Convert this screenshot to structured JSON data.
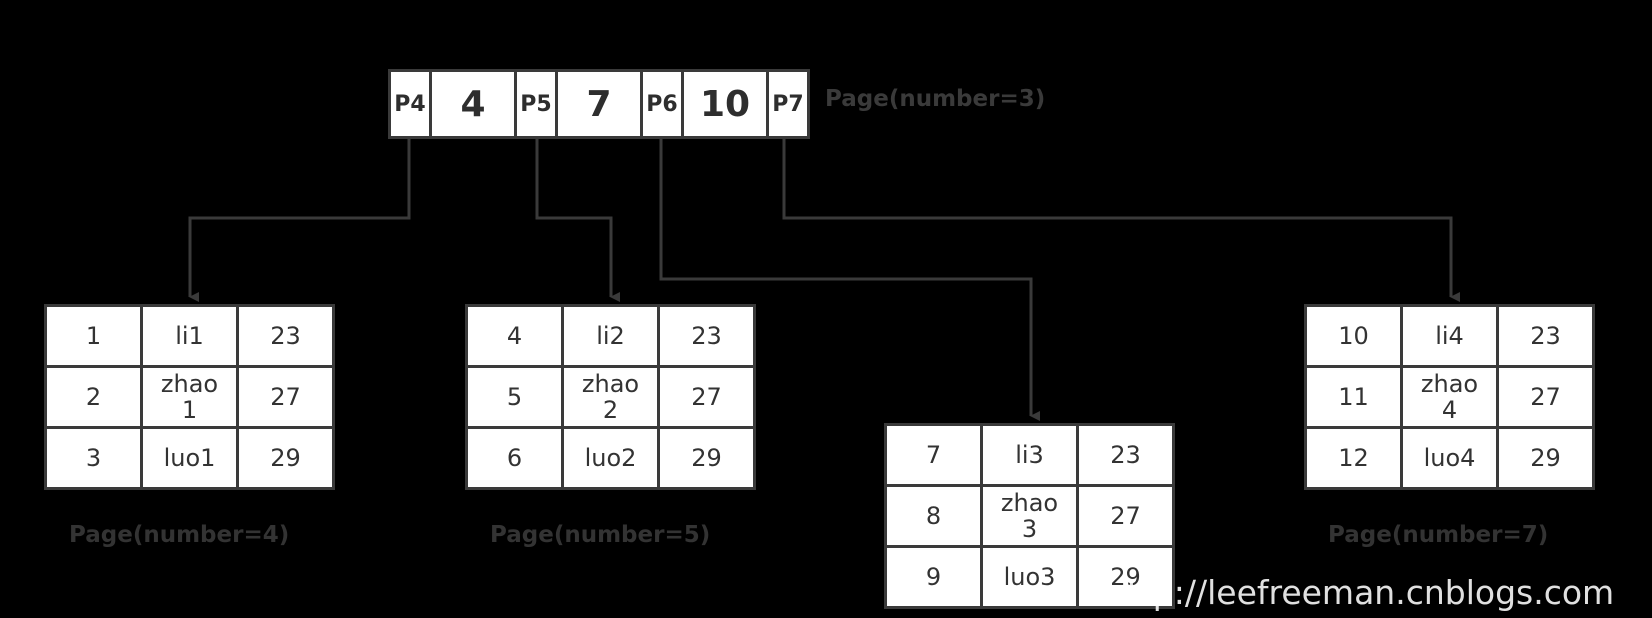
{
  "root": {
    "cells": [
      {
        "kind": "ptr",
        "text": "P4"
      },
      {
        "kind": "key",
        "text": "4"
      },
      {
        "kind": "ptr",
        "text": "P5"
      },
      {
        "kind": "key",
        "text": "7"
      },
      {
        "kind": "ptr",
        "text": "P6"
      },
      {
        "kind": "key",
        "text": "10"
      },
      {
        "kind": "ptr",
        "text": "P7"
      }
    ],
    "label": "Page(number=3)"
  },
  "leaves": [
    {
      "label": "Page(number=4)",
      "rows": [
        [
          "1",
          "li1",
          "23"
        ],
        [
          "2",
          "zhao1",
          "27"
        ],
        [
          "3",
          "luo1",
          "29"
        ]
      ]
    },
    {
      "label": "Page(number=5)",
      "rows": [
        [
          "4",
          "li2",
          "23"
        ],
        [
          "5",
          "zhao2",
          "27"
        ],
        [
          "6",
          "luo2",
          "29"
        ]
      ]
    },
    {
      "label": "",
      "rows": [
        [
          "7",
          "li3",
          "23"
        ],
        [
          "8",
          "zhao3",
          "27"
        ],
        [
          "9",
          "luo3",
          "29"
        ]
      ]
    },
    {
      "label": "Page(number=7)",
      "rows": [
        [
          "10",
          "li4",
          "23"
        ],
        [
          "11",
          "zhao4",
          "27"
        ],
        [
          "12",
          "luo4",
          "29"
        ]
      ]
    }
  ],
  "watermark": "http://leefreeman.cnblogs.com",
  "colors": {
    "background": "#000000",
    "cell": "#ffffff",
    "border": "#3a3a3a",
    "arrow": "#3a3a3a",
    "text": "#2e2e2e"
  }
}
